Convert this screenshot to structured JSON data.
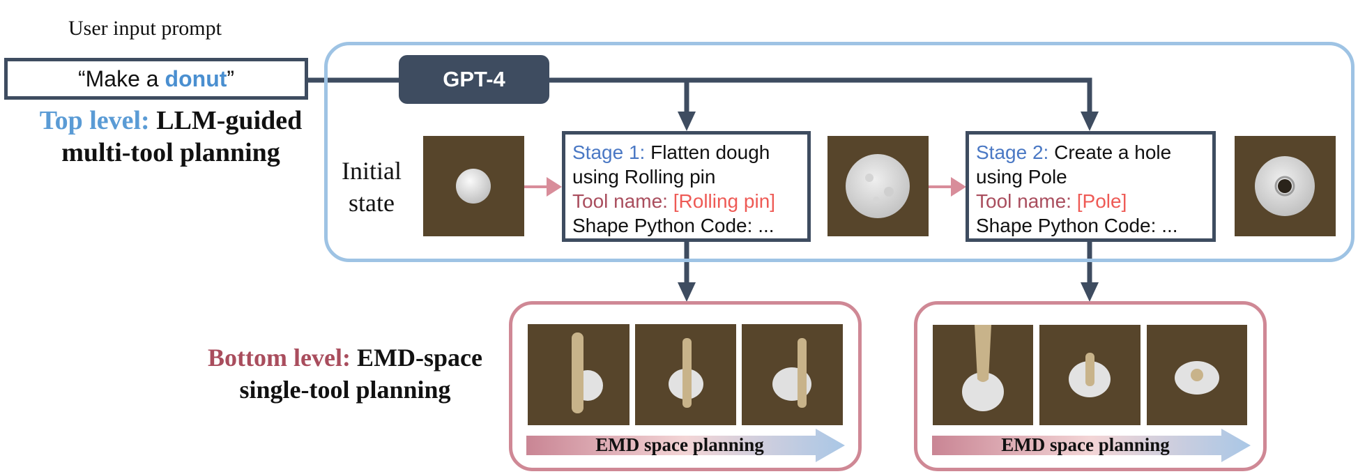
{
  "prompt": {
    "caption": "User input prompt",
    "text_before": "“Make a",
    "keyword": "donut",
    "text_after": "”"
  },
  "top_level": {
    "prefix": "Top level:",
    "line1": "LLM-guided",
    "line2": "multi-tool planning"
  },
  "bottom_level": {
    "prefix": "Bottom level:",
    "line1": "EMD-space",
    "line2": "single-tool planning"
  },
  "planner": {
    "label": "GPT-4"
  },
  "initial_state": {
    "line1": "Initial",
    "line2": "state"
  },
  "stages": [
    {
      "title": "Stage 1:",
      "desc1": "Flatten dough",
      "desc2": "using Rolling pin",
      "tool_label": "Tool name:",
      "tool_value": "[Rolling pin]",
      "code_label": "Shape Python Code: ..."
    },
    {
      "title": "Stage 2:",
      "desc1": "Create a hole",
      "desc2": "using Pole",
      "tool_label": "Tool name:",
      "tool_value": "[Pole]",
      "code_label": "Shape Python Code: ..."
    }
  ],
  "emd": [
    {
      "label": "EMD space planning"
    },
    {
      "label": "EMD space planning"
    }
  ],
  "colors": {
    "dark": "#3e4c60",
    "top_frame": "#9ec3e4",
    "bottom_frame": "#cf8895",
    "board": "#57452b",
    "dough": "#dcdcdc",
    "tool": "#c8b38a",
    "blue_text": "#5a9bd5",
    "rose_text": "#a94d5d",
    "tool_value": "#ee5a55"
  }
}
